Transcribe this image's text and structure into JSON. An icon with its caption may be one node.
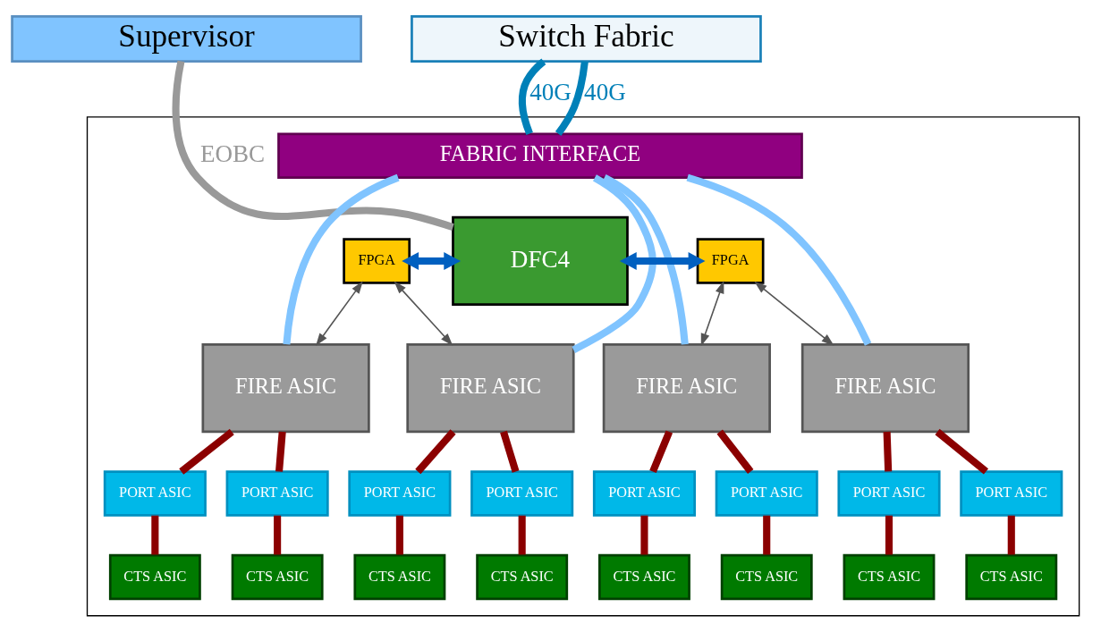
{
  "diagram": {
    "nodes": [
      {
        "text": [
          "Supervisor"
        ]
      },
      {
        "text": [
          "Switch Fabric"
        ]
      },
      {
        "text": [],
        "shape": "box"
      },
      {
        "text": [
          "FABRIC INTERFACE"
        ],
        "in": 2
      },
      {
        "text": [
          "DFC4"
        ],
        "in": 2
      },
      {
        "text": [
          "FPGA"
        ],
        "in": 2
      },
      {
        "text": [
          "FPGA"
        ],
        "in": 2
      },
      {
        "text": [
          "FIRE ASIC"
        ],
        "in": 2
      },
      {
        "text": [
          "FIRE ASIC"
        ],
        "in": 2
      },
      {
        "text": [
          "FIRE ASIC"
        ],
        "in": 2
      },
      {
        "text": [
          "FIRE ASIC"
        ],
        "in": 2
      },
      {
        "text": [
          "PORT ASIC"
        ],
        "in": 2
      },
      {
        "text": [
          "PORT ASIC"
        ],
        "in": 2
      },
      {
        "text": [
          "PORT ASIC"
        ],
        "in": 2
      },
      {
        "text": [
          "PORT ASIC"
        ],
        "in": 2
      },
      {
        "text": [
          "PORT ASIC"
        ],
        "in": 2
      },
      {
        "text": [
          "PORT ASIC"
        ],
        "in": 2
      },
      {
        "text": [
          "PORT ASIC"
        ],
        "in": 2
      },
      {
        "text": [
          "PORT ASIC"
        ],
        "in": 2
      },
      {
        "text": [
          "CTS ASIC"
        ],
        "in": 2
      },
      {
        "text": [
          "CTS ASIC"
        ],
        "in": 2
      },
      {
        "text": [
          "CTS ASIC"
        ],
        "in": 2
      },
      {
        "text": [
          "CTS ASIC"
        ],
        "in": 2
      },
      {
        "text": [
          "CTS ASIC"
        ],
        "in": 2
      },
      {
        "text": [
          "CTS ASIC"
        ],
        "in": 2
      },
      {
        "text": [
          "CTS ASIC"
        ],
        "in": 2
      },
      {
        "text": [
          "CTS ASIC"
        ],
        "in": 2
      }
    ],
    "edges": [
      {
        "from": 1,
        "to": 3,
        "arrow": "none",
        "label": "40G",
        "color": "#0080b8"
      },
      {
        "from": 1,
        "to": 3,
        "arrow": "none",
        "label": "40G",
        "color": "#0080b8"
      },
      {
        "from": 0,
        "to": 4,
        "arrow": "none",
        "label": "EOBC",
        "color": "#999999"
      },
      {
        "from": 3,
        "to": 7,
        "arrow": "none",
        "color": "#80c4ff"
      },
      {
        "from": 3,
        "to": 8,
        "arrow": "none",
        "color": "#80c4ff"
      },
      {
        "from": 3,
        "to": 9,
        "arrow": "none",
        "color": "#80c4ff"
      },
      {
        "from": 3,
        "to": 10,
        "arrow": "none",
        "color": "#80c4ff"
      },
      {
        "from": 5,
        "to": 4,
        "arrow": "both",
        "color": "#0060c0"
      },
      {
        "from": 4,
        "to": 6,
        "arrow": "both",
        "color": "#0060c0"
      },
      {
        "from": 5,
        "to": 7,
        "arrow": "both",
        "color": "#555555"
      },
      {
        "from": 5,
        "to": 8,
        "arrow": "both",
        "color": "#555555"
      },
      {
        "from": 6,
        "to": 9,
        "arrow": "both",
        "color": "#555555"
      },
      {
        "from": 6,
        "to": 10,
        "arrow": "both",
        "color": "#555555"
      },
      {
        "from": 7,
        "to": 11,
        "arrow": "none",
        "color": "#8b0000"
      },
      {
        "from": 7,
        "to": 12,
        "arrow": "none",
        "color": "#8b0000"
      },
      {
        "from": 8,
        "to": 13,
        "arrow": "none",
        "color": "#8b0000"
      },
      {
        "from": 8,
        "to": 14,
        "arrow": "none",
        "color": "#8b0000"
      },
      {
        "from": 9,
        "to": 15,
        "arrow": "none",
        "color": "#8b0000"
      },
      {
        "from": 9,
        "to": 16,
        "arrow": "none",
        "color": "#8b0000"
      },
      {
        "from": 10,
        "to": 17,
        "arrow": "none",
        "color": "#8b0000"
      },
      {
        "from": 10,
        "to": 18,
        "arrow": "none",
        "color": "#8b0000"
      },
      {
        "from": 11,
        "to": 19,
        "arrow": "none",
        "color": "#8b0000"
      },
      {
        "from": 12,
        "to": 20,
        "arrow": "none",
        "color": "#8b0000"
      },
      {
        "from": 13,
        "to": 21,
        "arrow": "none",
        "color": "#8b0000"
      },
      {
        "from": 14,
        "to": 22,
        "arrow": "none",
        "color": "#8b0000"
      },
      {
        "from": 15,
        "to": 23,
        "arrow": "none",
        "color": "#8b0000"
      },
      {
        "from": 16,
        "to": 24,
        "arrow": "none",
        "color": "#8b0000"
      },
      {
        "from": 17,
        "to": 25,
        "arrow": "none",
        "color": "#8b0000"
      },
      {
        "from": 18,
        "to": 26,
        "arrow": "none",
        "color": "#8b0000"
      }
    ]
  }
}
